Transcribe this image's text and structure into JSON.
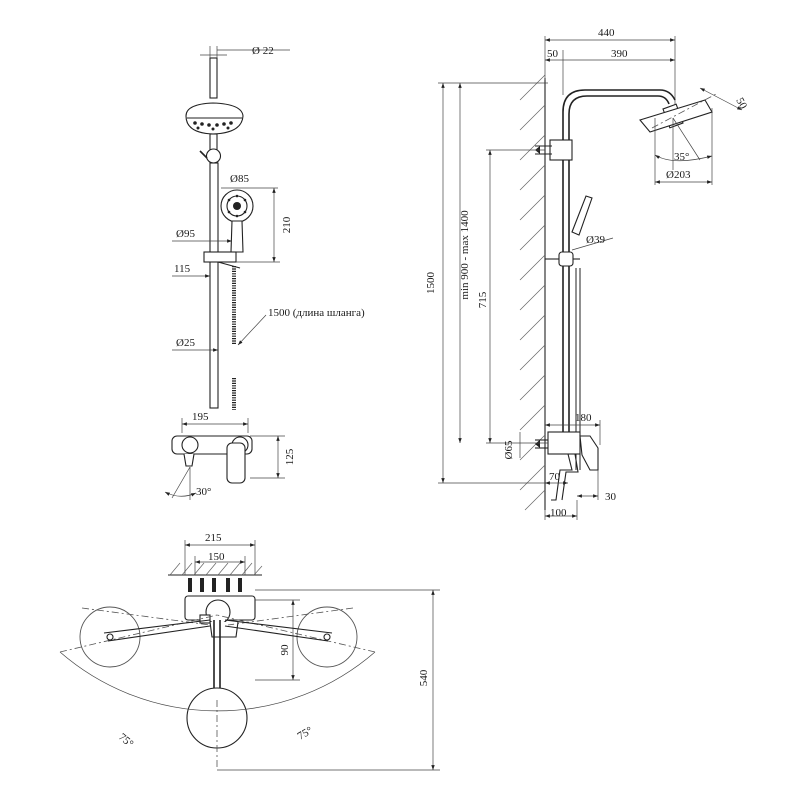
{
  "front_view": {
    "dia_22": "Ø 22",
    "dia_85": "Ø85",
    "dim_210": "210",
    "dia_95": "Ø95",
    "dim_115": "115",
    "hose_note": "1500 (длина шланга)",
    "dia_25": "Ø25",
    "dim_195": "195",
    "dim_125": "125",
    "angle_30": "30°"
  },
  "side_view": {
    "dim_440": "440",
    "dim_50_top": "50",
    "dim_390": "390",
    "dim_50_head": "50",
    "angle_35": "35°",
    "dia_203": "Ø203",
    "dia_39": "Ø39",
    "dim_1500": "1500",
    "range_label": "min 900 - max 1400",
    "dim_715": "715",
    "dim_180": "180",
    "dia_65": "Ø65",
    "dim_70": "70",
    "dim_30": "30",
    "dim_100": "100"
  },
  "top_view": {
    "dim_215": "215",
    "dim_150": "150",
    "dim_90": "90",
    "dim_540": "540",
    "angle_75_left": "75°",
    "angle_75_right": "75°"
  }
}
